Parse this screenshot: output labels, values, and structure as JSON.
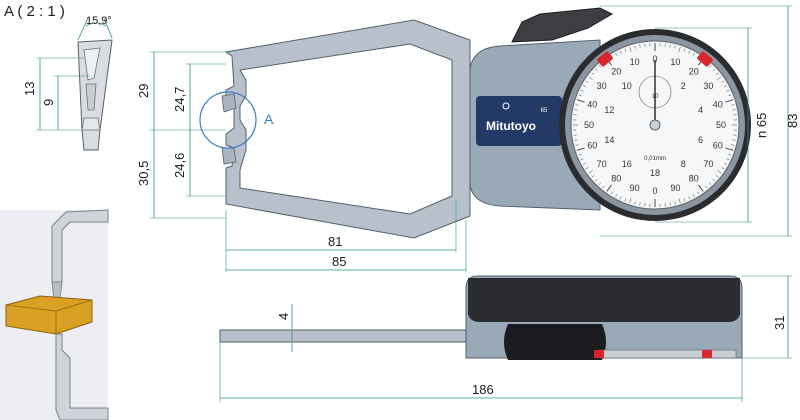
{
  "detail": {
    "title": "A ( 2 : 1 )",
    "angle": "15,9°",
    "dim_13": "13",
    "dim_9": "9"
  },
  "front_view": {
    "dim_29": "29",
    "dim_24_7": "24,7",
    "dim_30_5": "30,5",
    "dim_24_6": "24,6",
    "dim_81": "81",
    "dim_85": "85",
    "dim_n65": "n 65",
    "dim_83": "83",
    "callout": "A"
  },
  "dial": {
    "brand": "Mitutoyo",
    "ip_rating": "65",
    "resolution": "0,01mm",
    "outer_left_labels": [
      "90",
      "80",
      "70",
      "60",
      "50",
      "40",
      "30",
      "20",
      "10"
    ],
    "outer_right_labels": [
      "10",
      "20",
      "30",
      "40",
      "50",
      "60",
      "70",
      "80",
      "90"
    ],
    "inner_left_labels": [
      "18",
      "16",
      "14",
      "12",
      "10"
    ],
    "inner_right_labels": [
      "2",
      "4",
      "6",
      "8"
    ],
    "top_zero": "0",
    "bottom_zero": "0",
    "revolution_top": "10",
    "colors": {
      "body": "#9aa9b8",
      "panel": "#233a66",
      "marker": "#d9262c"
    }
  },
  "bottom_view": {
    "dim_4": "4",
    "dim_31": "31",
    "dim_186": "186"
  }
}
